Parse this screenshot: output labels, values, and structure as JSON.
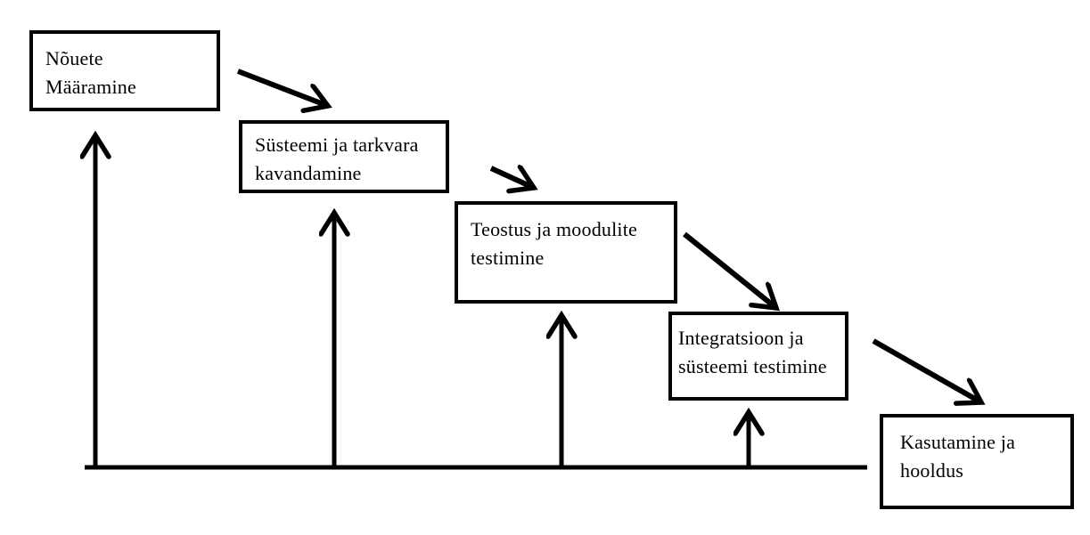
{
  "colors": {
    "ink": "#000000",
    "background": "#ffffff"
  },
  "stages": [
    {
      "label": "Nõuete\nMääramine"
    },
    {
      "label": "Süsteemi ja tarkvara\nkavandamine"
    },
    {
      "label": "Teostus ja moodulite\ntestimine"
    },
    {
      "label": "Integratsioon ja\nsüsteemi testimine"
    },
    {
      "label": "Kasutamine ja\nhooldus"
    }
  ]
}
